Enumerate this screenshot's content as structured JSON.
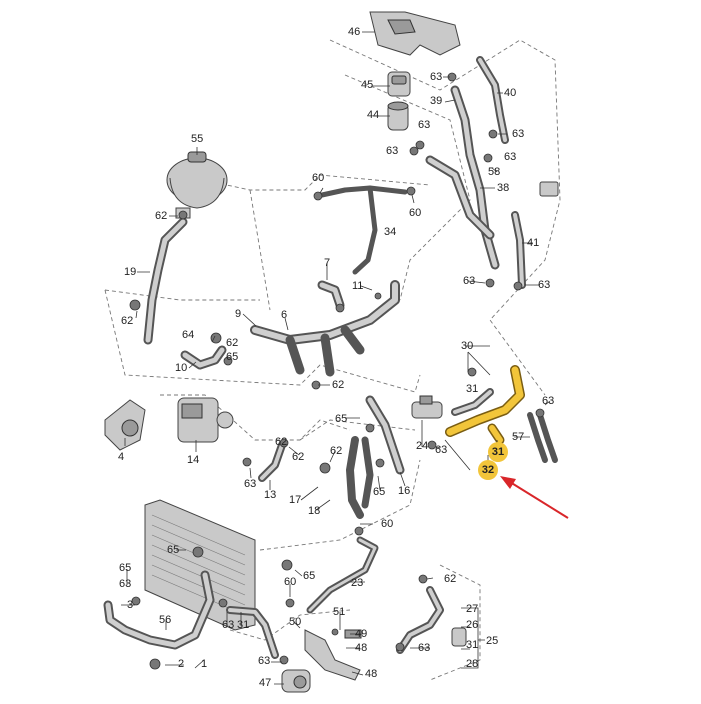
{
  "highlight_color": "#f2c53a",
  "arrow_color": "#d9262a",
  "labels": {
    "p1": "1",
    "p2": "2",
    "p3": "3",
    "p4": "4",
    "p6": "6",
    "p9": "9",
    "p10": "10",
    "p11": "11",
    "p13": "13",
    "p14": "14",
    "p16": "16",
    "p17": "17",
    "p18": "18",
    "p19": "19",
    "p23": "23",
    "p24": "24",
    "p25": "25",
    "p26": "26",
    "p27": "27",
    "p28": "28",
    "p30": "30",
    "p31": "31",
    "p32": "32",
    "p34": "34",
    "p38": "38",
    "p39": "39",
    "p40": "40",
    "p41": "41",
    "p44": "44",
    "p45": "45",
    "p46": "46",
    "p47": "47",
    "p48": "48",
    "p49": "49",
    "p50": "50",
    "p51": "51",
    "p55": "55",
    "p56": "56",
    "p57": "57",
    "p58": "58",
    "p60": "60",
    "p62": "62",
    "p63": "63",
    "p64": "64",
    "p65": "65",
    "p7": "7"
  }
}
